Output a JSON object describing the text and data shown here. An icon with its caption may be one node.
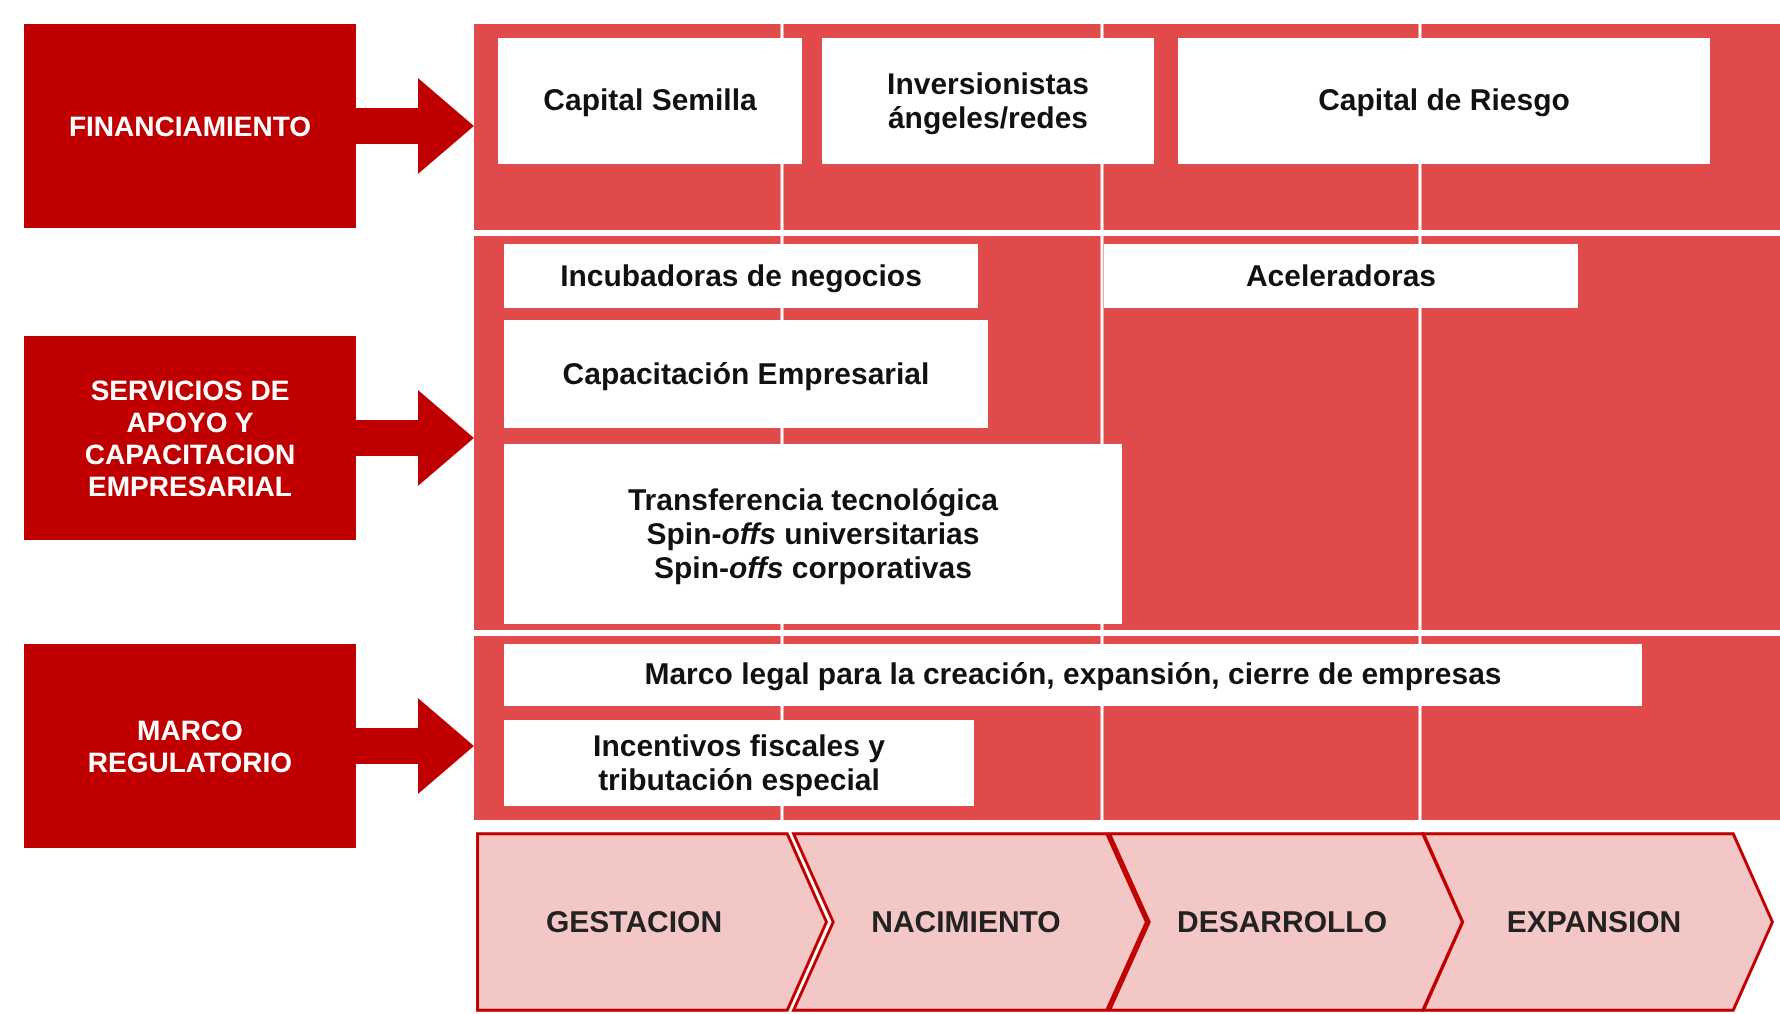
{
  "diagram": {
    "nodes": [
      {
        "text": [
          "FINANCIAMIENTO"
        ]
      },
      {
        "text": [],
        "shape": "box"
      },
      {
        "text": [
          "Capital Semilla"
        ],
        "in": 1
      },
      {
        "text": [
          "Inversionistas ángeles/redes"
        ],
        "in": 1
      },
      {
        "text": [
          "Capital de Riesgo"
        ],
        "in": 1
      },
      {
        "text": [
          "SERVICIOS DE APOYO Y CAPACITACION EMPRESARIAL"
        ]
      },
      {
        "text": [],
        "shape": "box"
      },
      {
        "text": [
          "Incubadoras de negocios"
        ],
        "in": 6
      },
      {
        "text": [
          "Aceleradoras"
        ],
        "in": 6
      },
      {
        "text": [
          "Capacitación Empresarial"
        ],
        "in": 6
      },
      {
        "text": [
          "Transferencia tecnológica",
          "Spin-*offs* universitarias",
          "Spin-*offs* corporativas"
        ],
        "in": 6
      },
      {
        "text": [
          "MARCO REGULATORIO"
        ]
      },
      {
        "text": [],
        "shape": "box"
      },
      {
        "text": [
          "Marco legal para la creación, expansión, cierre de empresas"
        ],
        "in": 12
      },
      {
        "text": [
          "Incentivos fiscales y tributación especial"
        ],
        "in": 12
      },
      {
        "text": [
          "GESTACION"
        ]
      },
      {
        "text": [
          "NACIMIENTO"
        ]
      },
      {
        "text": [
          "DESARROLLO"
        ]
      },
      {
        "text": [
          "EXPANSION"
        ]
      }
    ],
    "edges": [
      {
        "from": 0,
        "to": 1,
        "arrow": "to"
      },
      {
        "from": 5,
        "to": 6,
        "arrow": "to"
      },
      {
        "from": 11,
        "to": 12,
        "arrow": "to"
      }
    ]
  }
}
